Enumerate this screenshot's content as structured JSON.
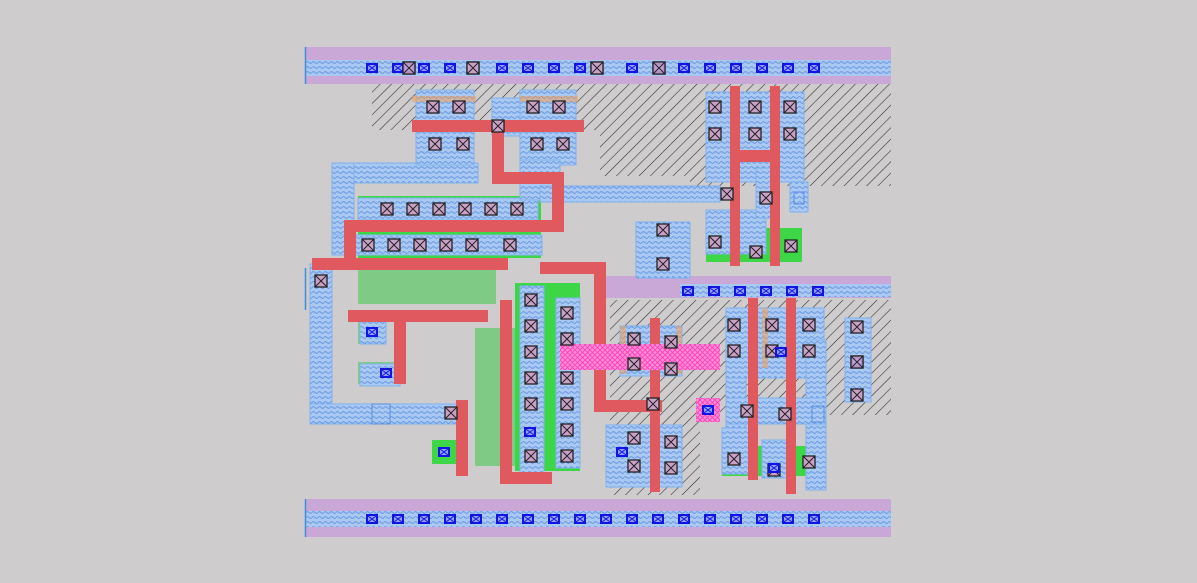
{
  "colors": {
    "background": "#cecccd",
    "rail": "#c9a8d8",
    "nwell_hatch": "#1a1a1a",
    "metal1": "#7fb2ee",
    "metal1_fill": "#a9c8f2",
    "poly": "#e0595f",
    "diffusion": "#3cd646",
    "diffusion_faded": "#7fcb86",
    "contact_stroke": "#222222",
    "contact_fill": "#c9a0c6",
    "via": "#1414e0",
    "pin": "#ff55c8",
    "implant": "#f0a05a"
  },
  "layers": [
    "rail",
    "nwell-hatch",
    "metal1",
    "poly",
    "diffusion",
    "contact",
    "via",
    "pin"
  ]
}
